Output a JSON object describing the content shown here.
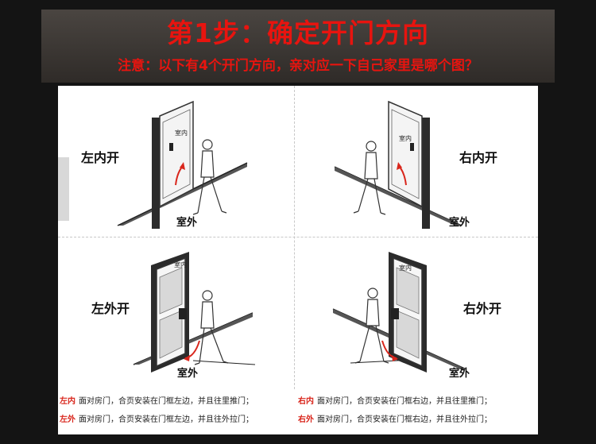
{
  "header": {
    "title": "第1步：确定开门方向",
    "subtitle": "注意：以下有4个开门方向，亲对应一下自己家里是哪个图？"
  },
  "quadrants": [
    {
      "id": "left-in",
      "label": "左内开",
      "inner_label": "室内",
      "outer_label": "室外"
    },
    {
      "id": "right-in",
      "label": "右内开",
      "inner_label": "室内",
      "outer_label": "室外"
    },
    {
      "id": "left-out",
      "label": "左外开",
      "inner_label": "室内",
      "outer_label": "室外"
    },
    {
      "id": "right-out",
      "label": "右外开",
      "inner_label": "室内",
      "outer_label": "室外"
    }
  ],
  "legend": [
    {
      "key": "左内",
      "text": "面对房门，合页安装在门框左边，并且往里推门；"
    },
    {
      "key": "右内",
      "text": "面对房门，合页安装在门框右边，并且往里推门；"
    },
    {
      "key": "左外",
      "text": "面对房门，合页安装在门框左边，并且往外拉门；"
    },
    {
      "key": "右外",
      "text": "面对房门，合页安装在门框右边，并且往外拉门；"
    }
  ],
  "colors": {
    "title_red": "#e8140f",
    "arrow_red": "#d9261c",
    "header_bg": "#3c3835",
    "page_bg": "#141414"
  }
}
